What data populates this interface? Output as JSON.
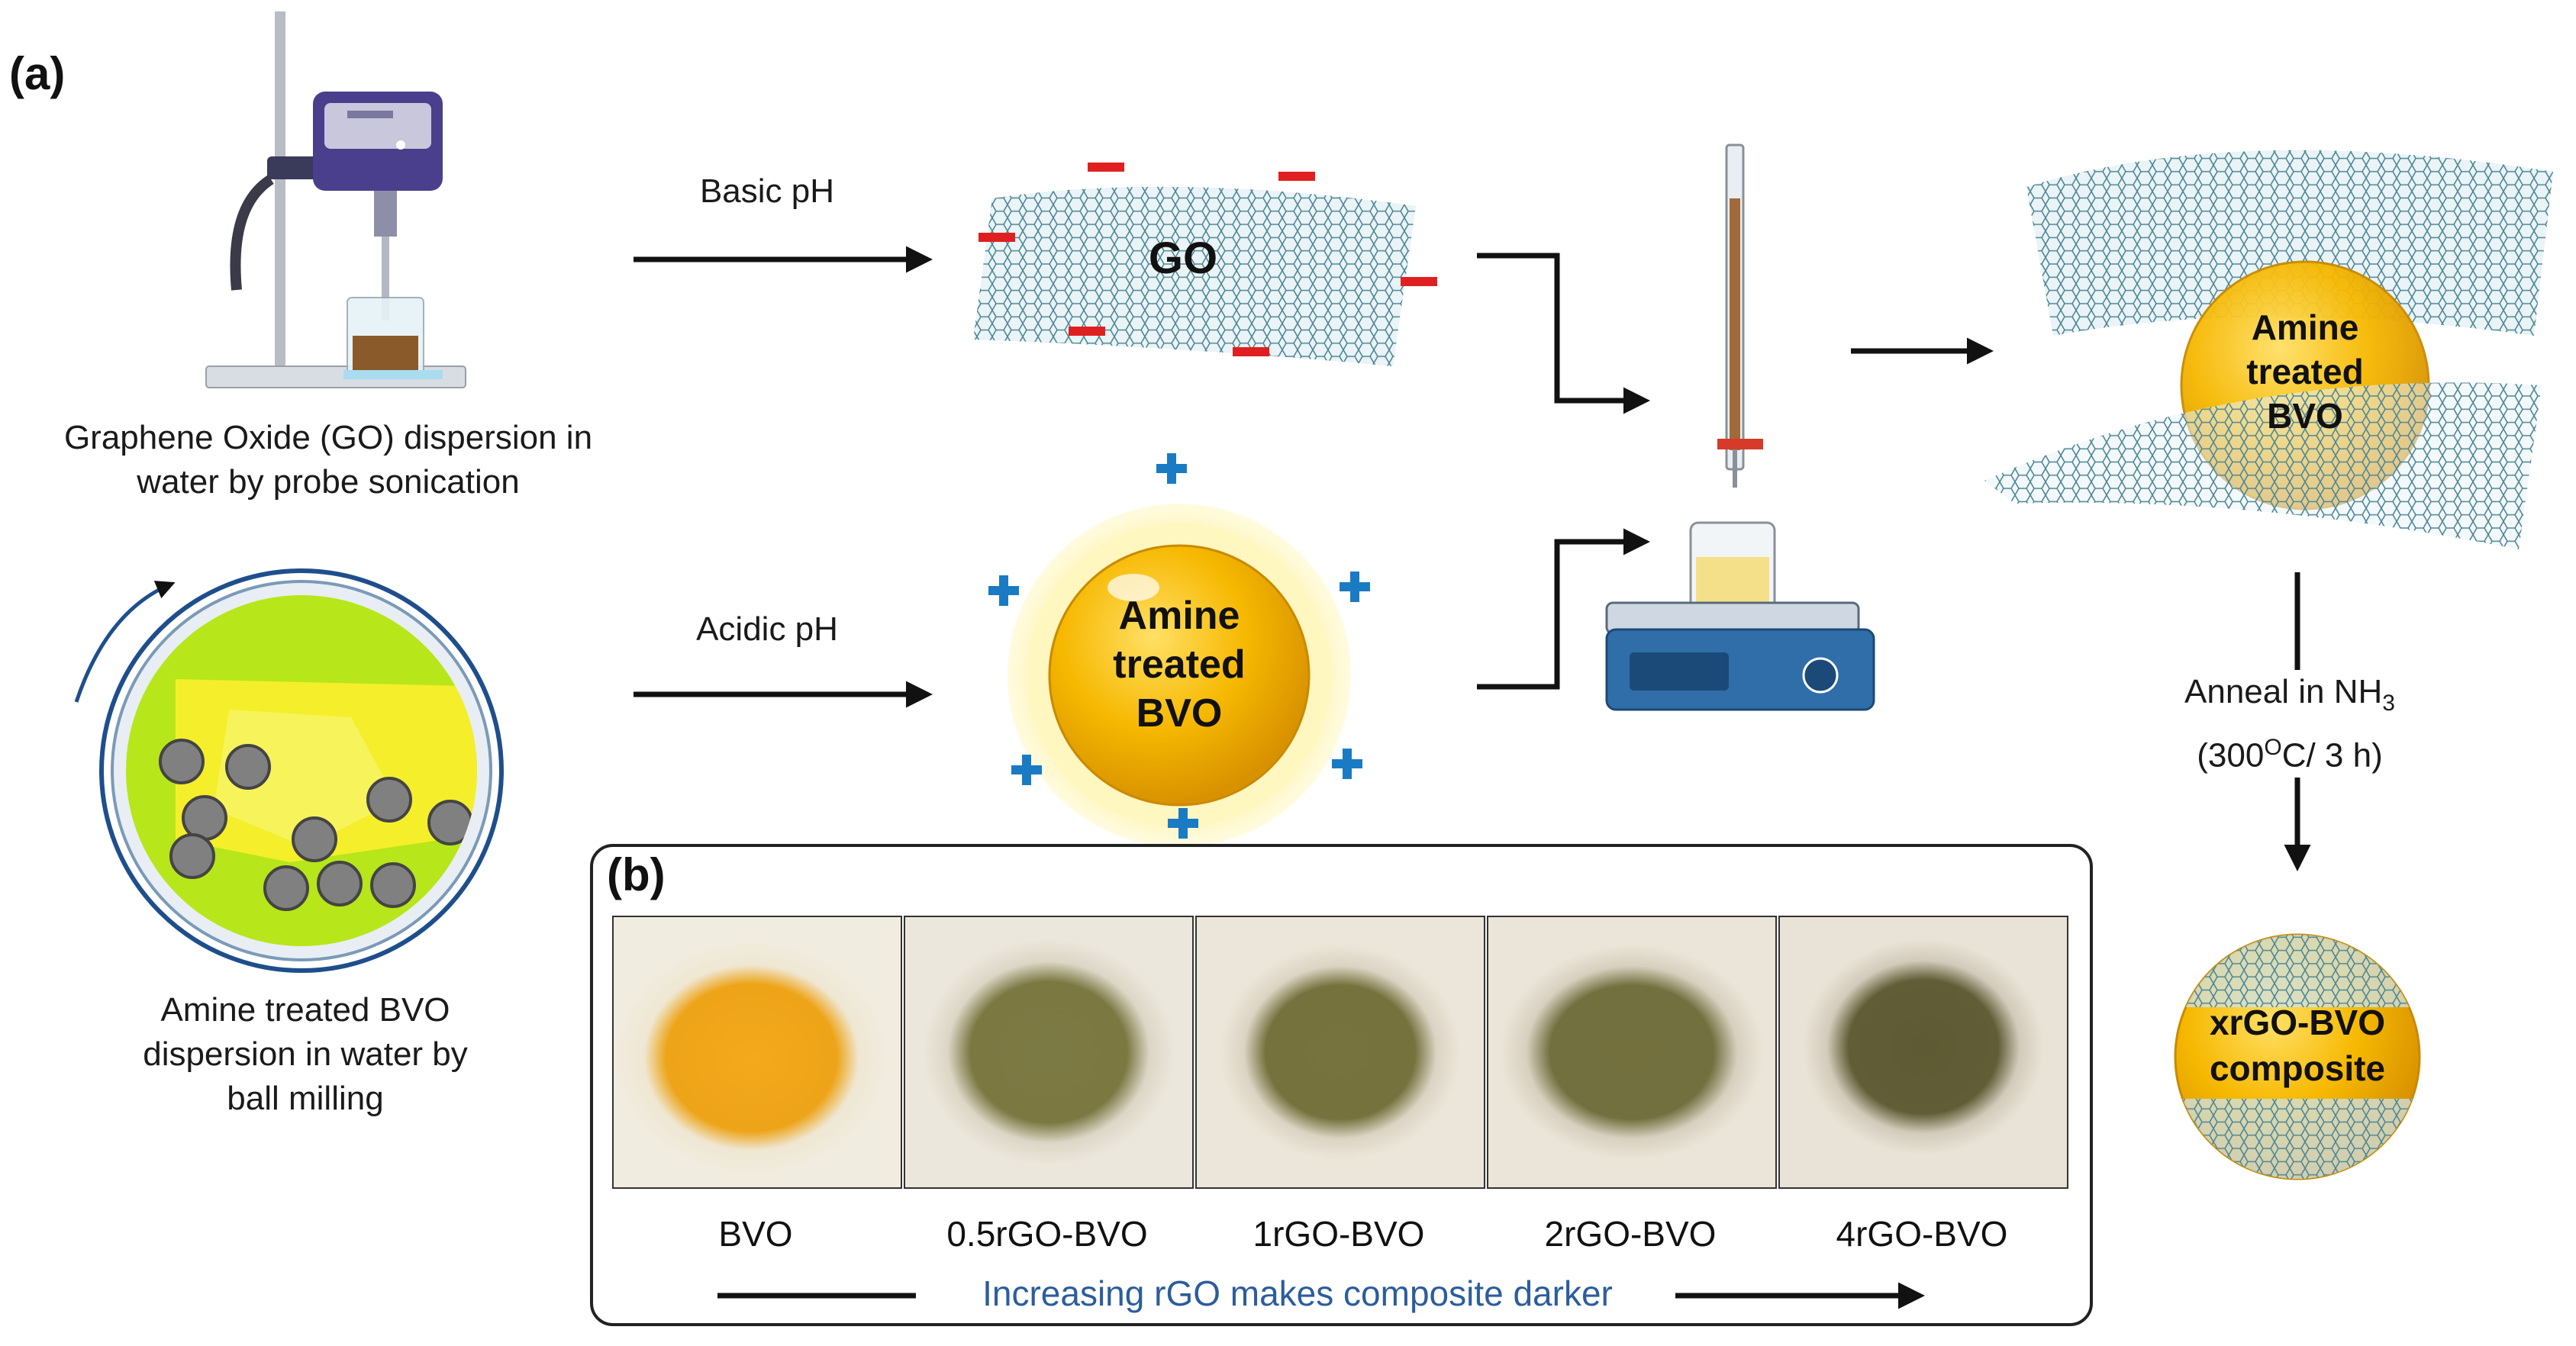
{
  "panel_a_label": "(a)",
  "panel_b_label": "(b)",
  "go_caption_line1": "Graphene Oxide (GO) dispersion in",
  "go_caption_line2": "water by probe sonication",
  "bvo_caption_line1": "Amine treated BVO",
  "bvo_caption_line2": "dispersion in water by",
  "bvo_caption_line3": "ball milling",
  "basic_ph": "Basic pH",
  "acidic_ph": "Acidic pH",
  "go_sheet_label": "GO",
  "sphere_line1": "Amine",
  "sphere_line2": "treated",
  "sphere_line3": "BVO",
  "anneal_line1": "Anneal in NH",
  "anneal_sub": "3",
  "anneal_line2_a": "(300",
  "anneal_sup": "O",
  "anneal_line2_b": "C/ 3 h)",
  "composite_line1": "xrGO-BVO",
  "composite_line2": "composite",
  "samples": [
    "BVO",
    "0.5rGO-BVO",
    "1rGO-BVO",
    "2rGO-BVO",
    "4rGO-BVO"
  ],
  "trend_text": "Increasing rGO makes composite darker",
  "colors": {
    "bvo_yellow": "#f0b400",
    "go_sheet": "#5f95a6",
    "negative_charge": "#e02020",
    "positive_charge": "#1a7bc4",
    "trend_text": "#2c5d9c",
    "mill_green": "#b7e61a"
  }
}
